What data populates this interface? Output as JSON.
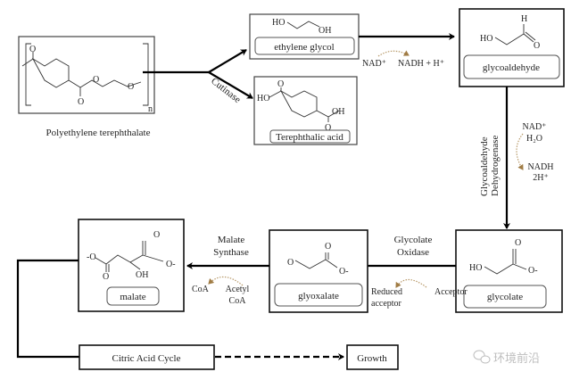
{
  "compounds": {
    "pet": {
      "name": "Polyethylene terephthalate",
      "subscript": "n"
    },
    "ethylene_glycol": {
      "name": "ethylene glycol",
      "atoms": [
        "HO",
        "OH"
      ]
    },
    "terephthalic_acid": {
      "name": "Terephthalic acid",
      "atoms": [
        "HO",
        "O",
        "OH",
        "O"
      ]
    },
    "glycoaldehyde": {
      "name": "glycoaldehyde",
      "atoms": [
        "HO",
        "H",
        "O"
      ]
    },
    "glycolate": {
      "name": "glycolate",
      "atoms": [
        "HO",
        "O",
        "O-"
      ]
    },
    "glyoxalate": {
      "name": "glyoxalate",
      "atoms": [
        "O",
        "O",
        "O-"
      ]
    },
    "malate": {
      "name": "malate",
      "atoms": [
        "-O",
        "O",
        "O",
        "O-",
        "OH"
      ]
    },
    "citric_acid_cycle": "Citric Acid Cycle",
    "growth": "Growth"
  },
  "enzymes": {
    "cutinase": "Cutinase",
    "glycoaldehyde_dh": [
      "Glycoaldehyde",
      "Dehydrogenase"
    ],
    "glycolate_oxidase": [
      "Glycolate",
      "Oxidase"
    ],
    "malate_synthase": [
      "Malate",
      "Synthase"
    ]
  },
  "cofactors": {
    "eg_in": "NAD⁺",
    "eg_out": "NADH + H⁺",
    "gd_in": [
      "NAD⁺",
      "H₂O"
    ],
    "gd_out": [
      "NADH",
      "2H⁺"
    ],
    "go_in": "Acceptor",
    "go_out": [
      "Reduced",
      "acceptor"
    ],
    "ms_in": [
      "Acetyl",
      "CoA"
    ],
    "ms_out": "CoA"
  },
  "watermark": "环境前沿",
  "colors": {
    "cofactor_arrow": "#b89a6a",
    "line": "#000000"
  }
}
